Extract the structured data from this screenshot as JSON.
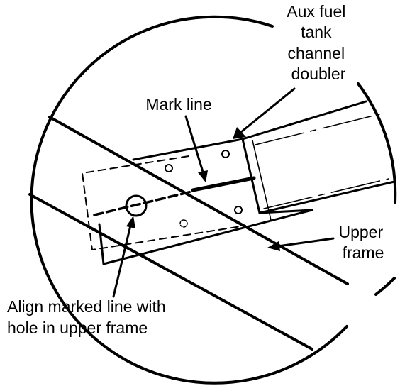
{
  "labels": {
    "doubler": [
      "Aux fuel",
      "tank",
      "channel",
      "doubler"
    ],
    "mark_line": "Mark line",
    "upper_frame": [
      "Upper",
      "frame"
    ],
    "align": [
      "Align marked line with",
      "hole in upper frame"
    ]
  }
}
